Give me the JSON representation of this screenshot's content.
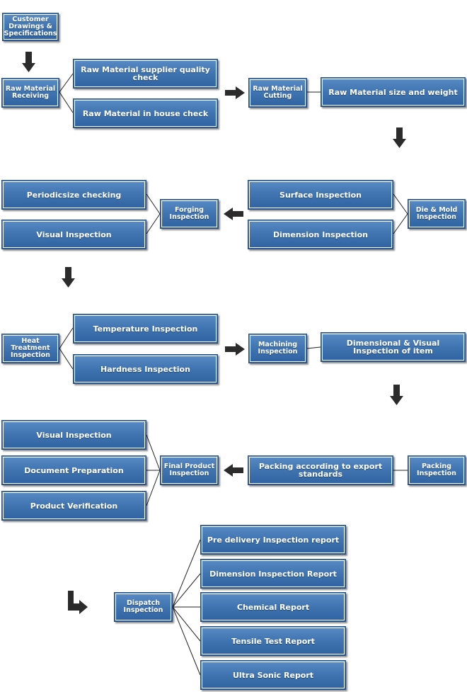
{
  "nodes": {
    "customer_drawings": "Customer Drawings & Specifications",
    "raw_material_receiving": "Raw Material Receiving",
    "raw_material_supplier_check": "Raw Material supplier quality check",
    "raw_material_in_house_check": "Raw Material in house check",
    "raw_material_cutting": "Raw Material Cutting",
    "raw_material_size_weight": "Raw Material size and weight",
    "die_mold_inspection": "Die & Mold Inspection",
    "surface_inspection": "Surface Inspection",
    "dimension_inspection": "Dimension Inspection",
    "forging_inspection": "Forging Inspection",
    "periodic_size_checking": "Periodicsize checking",
    "visual_inspection_1": "Visual Inspection",
    "heat_treatment_inspection": "Heat Treatment Inspection",
    "temperature_inspection": "Temperature Inspection",
    "hardness_inspection": "Hardness Inspection",
    "machining_inspection": "Machining Inspection",
    "dimensional_visual_item": "Dimensional & Visual Inspection of item",
    "packing_inspection": "Packing Inspection",
    "packing_export": "Packing according to export standards",
    "final_product_inspection": "Final Product Inspection",
    "visual_inspection_2": "Visual Inspection",
    "document_preparation": "Document Preparation",
    "product_verification": "Product Verification",
    "dispatch_inspection": "Dispatch Inspection",
    "pre_delivery_report": "Pre delivery Inspection report",
    "dimension_inspection_report": "Dimension Inspection Report",
    "chemical_report": "Chemical Report",
    "tensile_test_report": "Tensile Test Report",
    "ultra_sonic_report": "Ultra Sonic Report"
  },
  "colors": {
    "box_fill_top": "#5a8cc4",
    "box_fill_bottom": "#2f62a0",
    "box_border": "#2a4e7c",
    "arrow": "#2b2b2b",
    "connector": "#222222"
  }
}
